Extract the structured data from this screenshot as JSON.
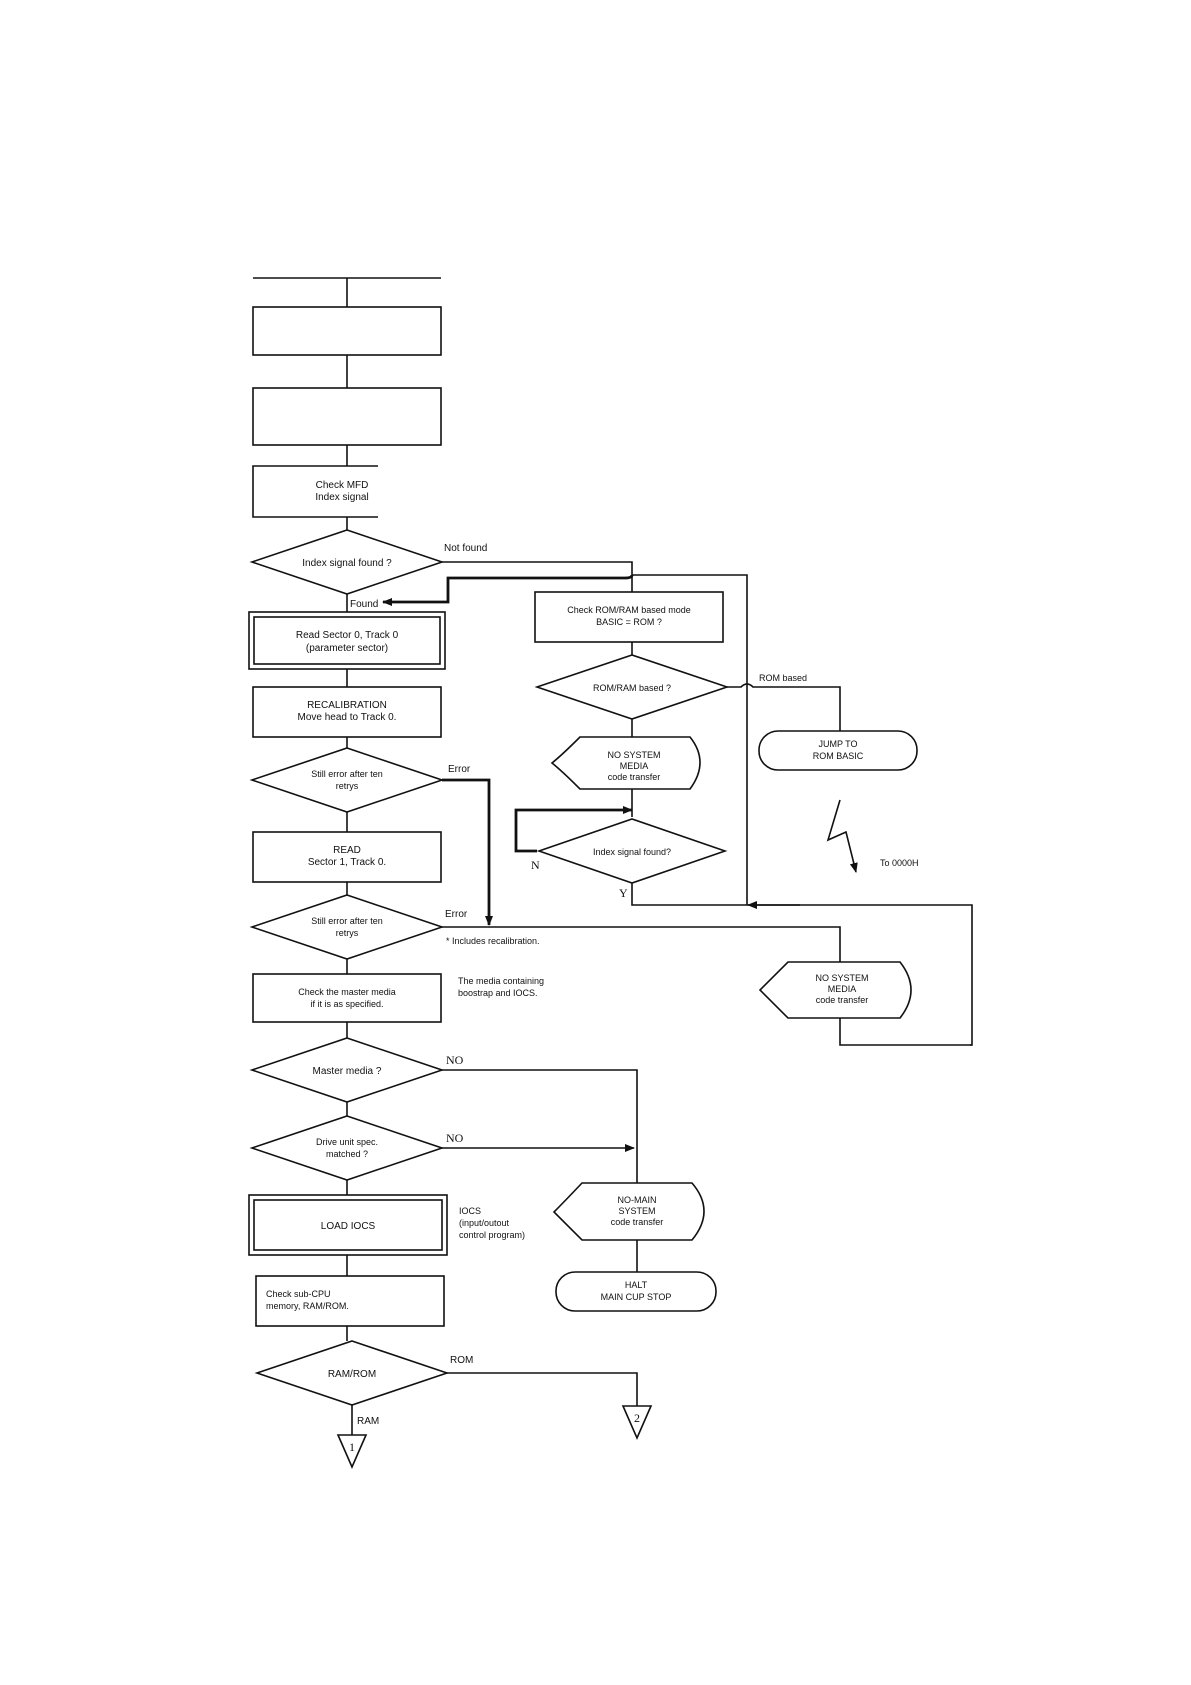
{
  "nodes": {
    "check_mfd": [
      "Check MFD",
      "Index signal"
    ],
    "index_found_q": "Index signal found ?",
    "read_sector0": [
      "Read Sector 0, Track 0",
      "(parameter sector)"
    ],
    "recalibration": [
      "RECALIBRATION",
      "Move head to Track 0."
    ],
    "still_error_1": [
      "Still error after ten",
      "retrys"
    ],
    "read_sector1": [
      "READ",
      "Sector 1, Track 0."
    ],
    "still_error_2": [
      "Still error after ten",
      "retrys"
    ],
    "check_master": [
      "Check the master media",
      "if it is as specified."
    ],
    "master_media_q": "Master media ?",
    "drive_unit_q": [
      "Drive unit spec.",
      "matched ?"
    ],
    "load_iocs": "LOAD IOCS",
    "check_subcpu": [
      "Check sub-CPU",
      "memory, RAM/ROM."
    ],
    "ram_rom_q": "RAM/ROM",
    "check_rom_ram_mode": [
      "Check ROM/RAM based mode",
      "BASIC = ROM ?"
    ],
    "rom_ram_based_q": "ROM/RAM based ?",
    "no_system_media_1": [
      "NO SYSTEM",
      "MEDIA",
      "code transfer"
    ],
    "index_found_q2": "Index signal found?",
    "jump_rom_basic": [
      "JUMP TO",
      "ROM BASIC"
    ],
    "no_system_media_2": [
      "NO SYSTEM",
      "MEDIA",
      "code transfer"
    ],
    "no_main_system": [
      "NO-MAIN",
      "SYSTEM",
      "code transfer"
    ],
    "halt": [
      "HALT",
      "MAIN CUP STOP"
    ],
    "connector_1": "1",
    "connector_2": "2"
  },
  "edge_labels": {
    "not_found": "Not found",
    "found": "Found",
    "error_1": "Error",
    "error_2": "Error",
    "rom_based": "ROM based",
    "n": "N",
    "y": "Y",
    "no_1": "NO",
    "no_2": "NO",
    "rom": "ROM",
    "ram": "RAM",
    "to_0000h": "To 0000H"
  },
  "notes": {
    "recalibration_note": "* Includes recalibration.",
    "media_note": [
      "The media containing",
      "boostrap and IOCS."
    ],
    "iocs_note": [
      "IOCS",
      "(input/outout",
      "control program)"
    ]
  }
}
